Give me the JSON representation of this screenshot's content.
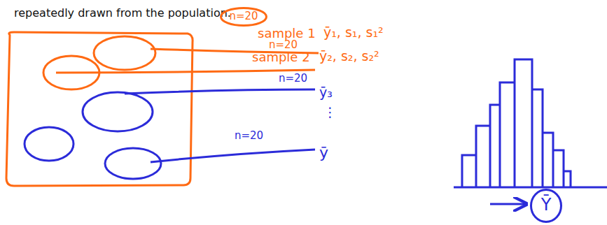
{
  "diagram": {
    "nodes": [
      {
        "text": [
          "n=20"
        ]
      },
      {
        "text": [
          "Ȳ"
        ]
      }
    ],
    "labels": [
      "repeatedly drawn from the population.",
      "sample 1",
      "n=20",
      "ȳ₁, s₁, s₁²",
      "sample 2",
      "ȳ₂, s₂, s₂²",
      "n=20",
      "ȳ₃",
      "⋮",
      "n=20",
      "ȳ"
    ]
  }
}
